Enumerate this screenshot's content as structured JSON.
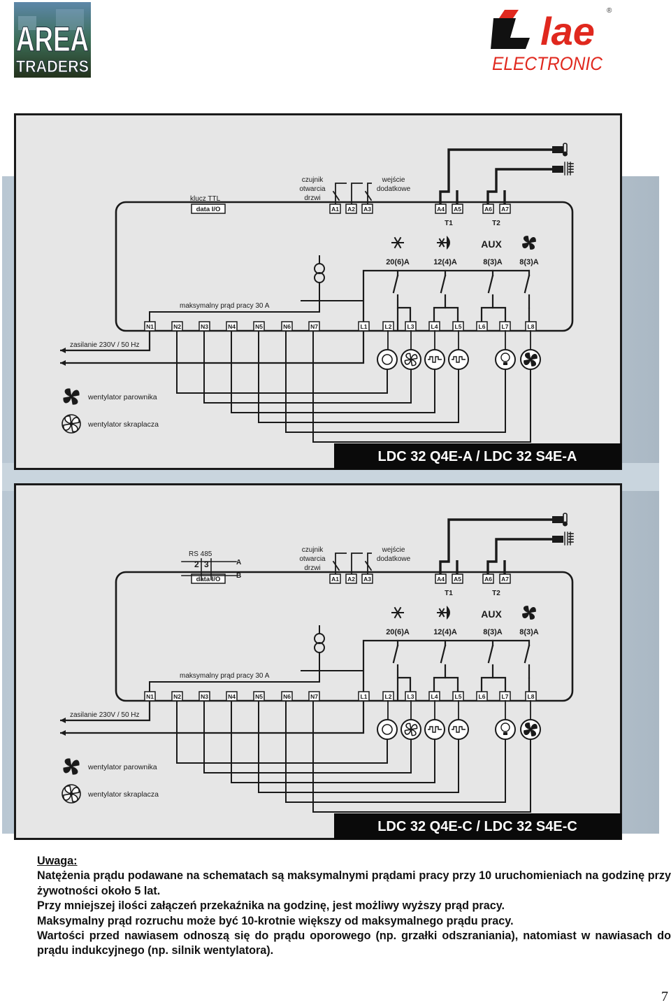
{
  "logos": {
    "area_traders": {
      "line1": "AREA",
      "line2": "TRADERS"
    },
    "lae": {
      "name": "lae",
      "tagline": "ELECTRONIC",
      "registered": "®"
    }
  },
  "diagrams": [
    {
      "title": "LDC 32 Q4E-A / LDC 32 S4E-A",
      "variant": "A",
      "top_labels": {
        "key": "klucz TTL",
        "data_io": "data I/O",
        "door_sensor": [
          "czujnik",
          "otwarcia",
          "drzwi"
        ],
        "aux_input": [
          "wejście",
          "dodatkowe"
        ]
      },
      "terminals_top": [
        "A1",
        "A2",
        "A3",
        "A4",
        "A5",
        "A6",
        "A7"
      ],
      "sensors": [
        "T1",
        "T2"
      ],
      "ratings": [
        "20(6)A",
        "12(4)A",
        "8(3)A",
        "8(3)A"
      ],
      "aux_label": "AUX",
      "max_current": "maksymalny prąd pracy 30 A",
      "supply": "zasilanie 230V / 50 Hz",
      "terminals_bottom": [
        "N1",
        "N2",
        "N3",
        "N4",
        "N5",
        "N6",
        "N7",
        "L1",
        "L2",
        "L3",
        "L4",
        "L5",
        "L6",
        "L7",
        "L8"
      ],
      "legend": [
        "wentylator parownika",
        "wentylator skraplacza"
      ]
    },
    {
      "title": "LDC 32 Q4E-C / LDC 32 S4E-C",
      "variant": "C",
      "top_labels": {
        "rs485": "RS 485",
        "rs_a": "A",
        "rs_b": "B",
        "rs_pin2": "2",
        "rs_pin3": "3",
        "data_io": "data I/O",
        "door_sensor": [
          "czujnik",
          "otwarcia",
          "drzwi"
        ],
        "aux_input": [
          "wejście",
          "dodatkowe"
        ]
      },
      "terminals_top": [
        "A1",
        "A2",
        "A3",
        "A4",
        "A5",
        "A6",
        "A7"
      ],
      "sensors": [
        "T1",
        "T2"
      ],
      "ratings": [
        "20(6)A",
        "12(4)A",
        "8(3)A",
        "8(3)A"
      ],
      "aux_label": "AUX",
      "max_current": "maksymalny prąd pracy 30 A",
      "supply": "zasilanie 230V / 50 Hz",
      "terminals_bottom": [
        "N1",
        "N2",
        "N3",
        "N4",
        "N5",
        "N6",
        "N7",
        "L1",
        "L2",
        "L3",
        "L4",
        "L5",
        "L6",
        "L7",
        "L8"
      ],
      "legend": [
        "wentylator parownika",
        "wentylator skraplacza"
      ]
    }
  ],
  "notes": {
    "heading": "Uwaga:",
    "lines": [
      "Natężenia prądu podawane na schematach są maksymalnymi prądami pracy przy 10 uruchomieniach na godzinę przy żywotności około 5 lat.",
      "Przy mniejszej ilości załączeń przekaźnika na godzinę,  jest możliwy wyższy prąd pracy.",
      "Maksymalny prąd rozruchu może być 10-krotnie większy od maksymalnego prądu pracy.",
      "Wartości przed nawiasem odnoszą się do prądu oporowego (np. grzałki odszraniania), natomiast w nawiasach do prądu indukcyjnego (np. silnik wentylatora)."
    ]
  },
  "page_number": "7",
  "colors": {
    "panel_bg": "#e6e6e6",
    "line": "#1a1a1a",
    "title_bar": "#0a0a0a",
    "lae_red": "#e0281e"
  }
}
